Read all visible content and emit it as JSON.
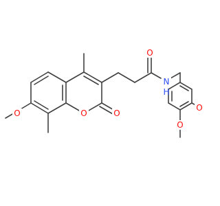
{
  "molecule": {
    "colors": {
      "bond": "#404040",
      "oxygen": "#ff0d0d",
      "nitrogen": "#3050f8",
      "background": "#ffffff"
    },
    "atom_labels": {
      "o_amide": "O",
      "n_amide": "N",
      "h_amide": "H",
      "o_lactone_carbonyl": "O",
      "o_lactone_ring": "O",
      "o_methoxy_left": "O",
      "o_methoxy_right_upper": "O",
      "o_methoxy_right_lower": "O"
    }
  }
}
